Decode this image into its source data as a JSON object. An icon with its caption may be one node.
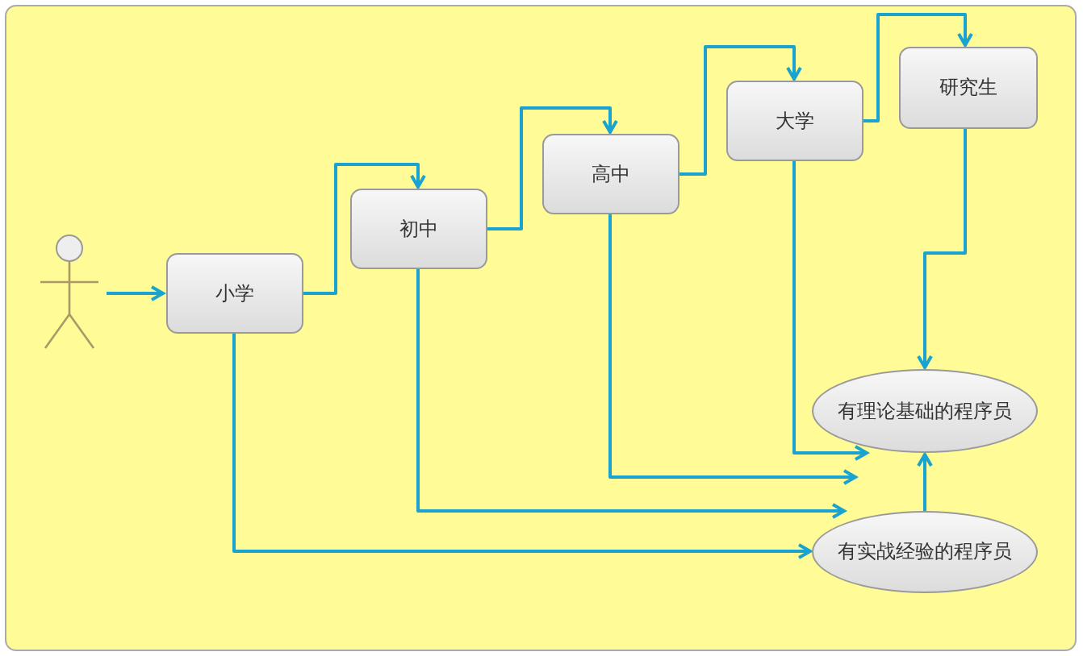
{
  "diagram": {
    "nodes": [
      {
        "text": [],
        "shape": "person"
      },
      {
        "text": [
          "小学"
        ]
      },
      {
        "text": [
          "初中"
        ]
      },
      {
        "text": [
          "高中"
        ]
      },
      {
        "text": [
          "大学"
        ]
      },
      {
        "text": [
          "研究生"
        ]
      },
      {
        "text": [
          "有理论基础的程序员"
        ]
      },
      {
        "text": [
          "有实战经验的程序员"
        ]
      }
    ],
    "edges": [
      {
        "from": 0,
        "to": 1,
        "arrow": "to"
      },
      {
        "from": 1,
        "to": 2,
        "arrow": "to"
      },
      {
        "from": 2,
        "to": 3,
        "arrow": "to"
      },
      {
        "from": 3,
        "to": 4,
        "arrow": "to"
      },
      {
        "from": 4,
        "to": 5,
        "arrow": "to"
      },
      {
        "from": 5,
        "to": 6,
        "arrow": "to"
      },
      {
        "from": 4,
        "to": 6,
        "arrow": "to"
      },
      {
        "from": 3,
        "to": 6,
        "arrow": "to"
      },
      {
        "from": 2,
        "to": 7,
        "arrow": "to"
      },
      {
        "from": 1,
        "to": 7,
        "arrow": "to"
      },
      {
        "from": 7,
        "to": 6,
        "arrow": "to"
      }
    ]
  }
}
